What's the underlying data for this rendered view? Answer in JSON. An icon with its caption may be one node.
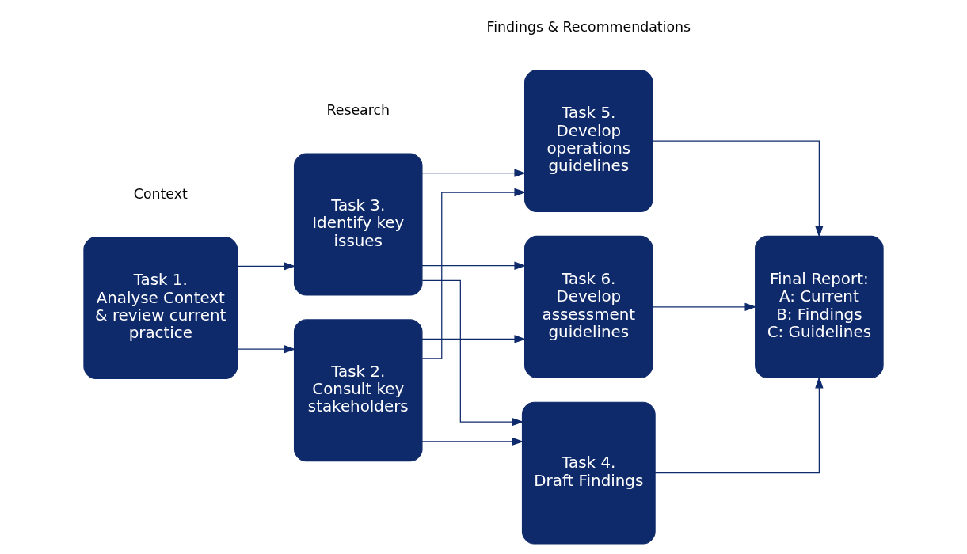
{
  "diagram": {
    "nodes": [
      {
        "text": [
          "Task 1.",
          "Analyse Context & review current practice"
        ]
      },
      {
        "text": [
          "Task 2.",
          "Consult key stakeholders"
        ]
      },
      {
        "text": [
          "Task 3.",
          "Identify key issues"
        ]
      },
      {
        "text": [
          "Task 4.",
          "Draft Findings"
        ]
      },
      {
        "text": [
          "Task 5.",
          "Develop operations guidelines"
        ]
      },
      {
        "text": [
          "Task 6.",
          "Develop assessment guidelines"
        ]
      },
      {
        "text": [
          "Final Report:",
          "A: Current",
          "B: Findings",
          "C: Guidelines"
        ]
      }
    ],
    "edges": [
      {
        "from": 0,
        "to": 1,
        "arrow": "to"
      },
      {
        "from": 0,
        "to": 2,
        "arrow": "to"
      },
      {
        "from": 1,
        "to": 3,
        "arrow": "to"
      },
      {
        "from": 1,
        "to": 4,
        "arrow": "to"
      },
      {
        "from": 1,
        "to": 5,
        "arrow": "to"
      },
      {
        "from": 2,
        "to": 3,
        "arrow": "to"
      },
      {
        "from": 2,
        "to": 4,
        "arrow": "to"
      },
      {
        "from": 2,
        "to": 5,
        "arrow": "to"
      },
      {
        "from": 3,
        "to": 6,
        "arrow": "to"
      },
      {
        "from": 4,
        "to": 6,
        "arrow": "to"
      },
      {
        "from": 5,
        "to": 6,
        "arrow": "to"
      }
    ],
    "labels": [
      "Context",
      "Research",
      "Findings & Recommendations"
    ]
  }
}
